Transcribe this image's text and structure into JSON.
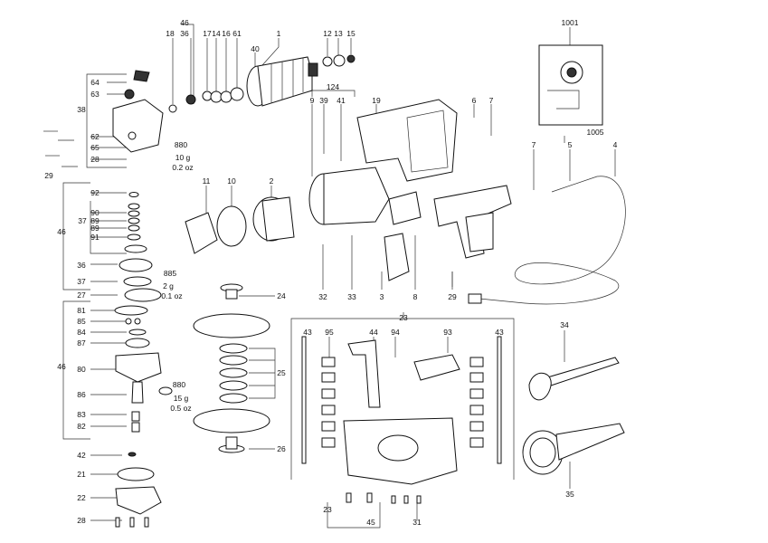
{
  "labels": [
    {
      "id": "l46t",
      "text": "46"
    },
    {
      "id": "l36t",
      "text": "36"
    },
    {
      "id": "l18",
      "text": "18"
    },
    {
      "id": "l17",
      "text": "17"
    },
    {
      "id": "l14",
      "text": "14"
    },
    {
      "id": "l16",
      "text": "16"
    },
    {
      "id": "l61",
      "text": "61"
    },
    {
      "id": "l40",
      "text": "40"
    },
    {
      "id": "l1",
      "text": "1"
    },
    {
      "id": "l12",
      "text": "12"
    },
    {
      "id": "l13",
      "text": "13"
    },
    {
      "id": "l15",
      "text": "15"
    },
    {
      "id": "l124",
      "text": "124"
    },
    {
      "id": "l9",
      "text": "9"
    },
    {
      "id": "l39",
      "text": "39"
    },
    {
      "id": "l41",
      "text": "41"
    },
    {
      "id": "l19",
      "text": "19"
    },
    {
      "id": "l6",
      "text": "6"
    },
    {
      "id": "l7a",
      "text": "7"
    },
    {
      "id": "l1001",
      "text": "1001"
    },
    {
      "id": "l64",
      "text": "64"
    },
    {
      "id": "l63",
      "text": "63"
    },
    {
      "id": "l38",
      "text": "38"
    },
    {
      "id": "l62",
      "text": "62"
    },
    {
      "id": "l65",
      "text": "65"
    },
    {
      "id": "l28a",
      "text": "28"
    },
    {
      "id": "l29a",
      "text": "29"
    },
    {
      "id": "l880a",
      "text": "880"
    },
    {
      "id": "l10g",
      "text": "10 g"
    },
    {
      "id": "l02oz",
      "text": "0.2 oz"
    },
    {
      "id": "l1005",
      "text": "1005"
    },
    {
      "id": "l7b",
      "text": "7"
    },
    {
      "id": "l5",
      "text": "5"
    },
    {
      "id": "l4",
      "text": "4"
    },
    {
      "id": "l11",
      "text": "11"
    },
    {
      "id": "l10",
      "text": "10"
    },
    {
      "id": "l2",
      "text": "2"
    },
    {
      "id": "l92",
      "text": "92"
    },
    {
      "id": "l90",
      "text": "90"
    },
    {
      "id": "l89a",
      "text": "89"
    },
    {
      "id": "l89b",
      "text": "89"
    },
    {
      "id": "l37a",
      "text": "37"
    },
    {
      "id": "l91",
      "text": "91"
    },
    {
      "id": "l46a",
      "text": "46"
    },
    {
      "id": "l36",
      "text": "36"
    },
    {
      "id": "l885",
      "text": "885"
    },
    {
      "id": "l2g",
      "text": "2 g"
    },
    {
      "id": "l01oz",
      "text": "0.1 oz"
    },
    {
      "id": "l37b",
      "text": "37"
    },
    {
      "id": "l27",
      "text": "27"
    },
    {
      "id": "l32",
      "text": "32"
    },
    {
      "id": "l33",
      "text": "33"
    },
    {
      "id": "l3",
      "text": "3"
    },
    {
      "id": "l8",
      "text": "8"
    },
    {
      "id": "l29b",
      "text": "29"
    },
    {
      "id": "l24",
      "text": "24"
    },
    {
      "id": "l81",
      "text": "81"
    },
    {
      "id": "l85",
      "text": "85"
    },
    {
      "id": "l84",
      "text": "84"
    },
    {
      "id": "l87",
      "text": "87"
    },
    {
      "id": "l80",
      "text": "80"
    },
    {
      "id": "l46b",
      "text": "46"
    },
    {
      "id": "l86",
      "text": "86"
    },
    {
      "id": "l880b",
      "text": "880"
    },
    {
      "id": "l15g",
      "text": "15 g"
    },
    {
      "id": "l05oz",
      "text": "0.5 oz"
    },
    {
      "id": "l83",
      "text": "83"
    },
    {
      "id": "l82",
      "text": "82"
    },
    {
      "id": "l25",
      "text": "25"
    },
    {
      "id": "l26",
      "text": "26"
    },
    {
      "id": "l23t",
      "text": "23"
    },
    {
      "id": "l43a",
      "text": "43"
    },
    {
      "id": "l95",
      "text": "95"
    },
    {
      "id": "l44",
      "text": "44"
    },
    {
      "id": "l94",
      "text": "94"
    },
    {
      "id": "l93",
      "text": "93"
    },
    {
      "id": "l43b",
      "text": "43"
    },
    {
      "id": "l34",
      "text": "34"
    },
    {
      "id": "l42",
      "text": "42"
    },
    {
      "id": "l21",
      "text": "21"
    },
    {
      "id": "l22",
      "text": "22"
    },
    {
      "id": "l28b",
      "text": "28"
    },
    {
      "id": "l23b",
      "text": "23"
    },
    {
      "id": "l45",
      "text": "45"
    },
    {
      "id": "l31",
      "text": "31"
    },
    {
      "id": "l35",
      "text": "35"
    }
  ]
}
